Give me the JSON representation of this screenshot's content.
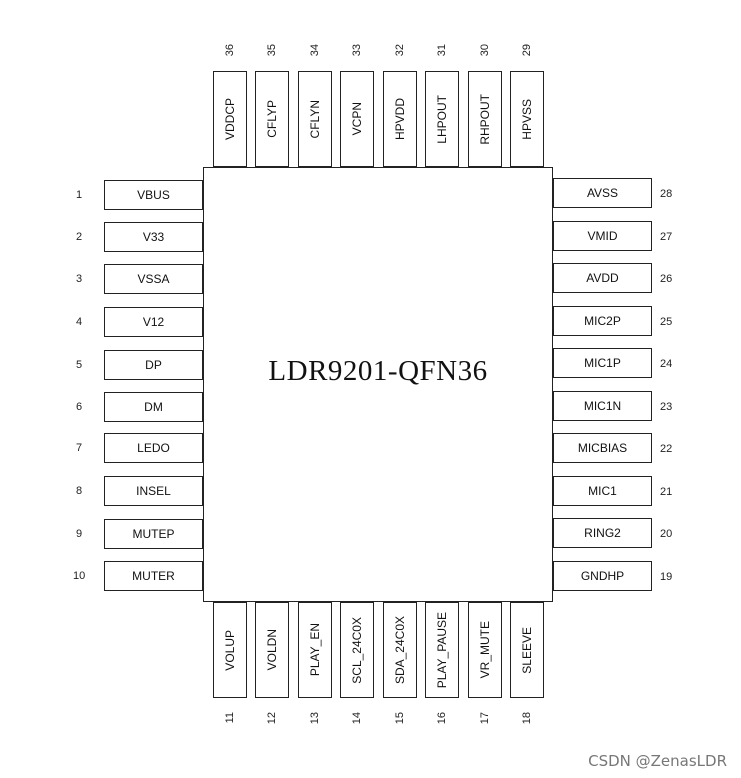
{
  "chip": {
    "title": "LDR9201-QFN36"
  },
  "pins": {
    "left": [
      {
        "num": "1",
        "label": "VBUS"
      },
      {
        "num": "2",
        "label": "V33"
      },
      {
        "num": "3",
        "label": "VSSA"
      },
      {
        "num": "4",
        "label": "V12"
      },
      {
        "num": "5",
        "label": "DP"
      },
      {
        "num": "6",
        "label": "DM"
      },
      {
        "num": "7",
        "label": "LEDO"
      },
      {
        "num": "8",
        "label": "INSEL"
      },
      {
        "num": "9",
        "label": "MUTEP"
      },
      {
        "num": "10",
        "label": "MUTER"
      }
    ],
    "bottom": [
      {
        "num": "11",
        "label": "VOLUP"
      },
      {
        "num": "12",
        "label": "VOLDN"
      },
      {
        "num": "13",
        "label": "PLAY_EN"
      },
      {
        "num": "14",
        "label": "SCL_24C0X"
      },
      {
        "num": "15",
        "label": "SDA_24C0X"
      },
      {
        "num": "16",
        "label": "PLAY_PAUSE"
      },
      {
        "num": "17",
        "label": "VR_MUTE"
      },
      {
        "num": "18",
        "label": "SLEEVE"
      }
    ],
    "right": [
      {
        "num": "19",
        "label": "GNDHP"
      },
      {
        "num": "20",
        "label": "RING2"
      },
      {
        "num": "21",
        "label": "MIC1"
      },
      {
        "num": "22",
        "label": "MICBIAS"
      },
      {
        "num": "23",
        "label": "MIC1N"
      },
      {
        "num": "24",
        "label": "MIC1P"
      },
      {
        "num": "25",
        "label": "MIC2P"
      },
      {
        "num": "26",
        "label": "AVDD"
      },
      {
        "num": "27",
        "label": "VMID"
      },
      {
        "num": "28",
        "label": "AVSS"
      }
    ],
    "top": [
      {
        "num": "29",
        "label": "HPVSS"
      },
      {
        "num": "30",
        "label": "RHPOUT"
      },
      {
        "num": "31",
        "label": "LHPOUT"
      },
      {
        "num": "32",
        "label": "HPVDD"
      },
      {
        "num": "33",
        "label": "VCPN"
      },
      {
        "num": "34",
        "label": "CFLYN"
      },
      {
        "num": "35",
        "label": "CFLYP"
      },
      {
        "num": "36",
        "label": "VDDCP"
      }
    ]
  },
  "watermark": "CSDN @ZenasLDR"
}
